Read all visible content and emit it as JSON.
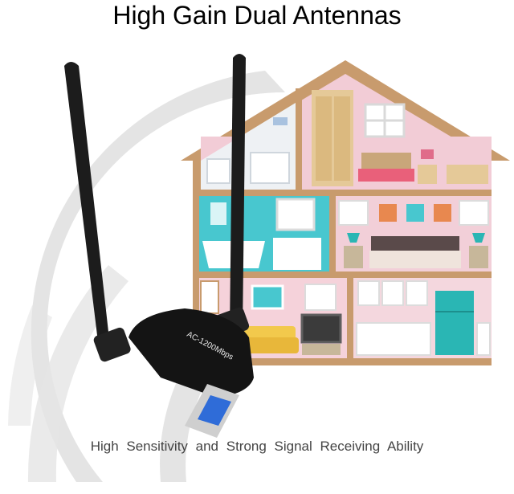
{
  "headline": "High Gain Dual Antennas",
  "caption": "High Sensitivity and Strong Signal Receiving Ability",
  "adapter": {
    "label": "AC-1200Mbps"
  },
  "colors": {
    "house_frame": "#c89b6d",
    "attic_wall": "#f2ccd6",
    "bath_wall": "#48c7cf",
    "bedroom_wall": "#f2cfd8",
    "living_wall": "#f5d2da",
    "kitchen_wall": "#f4d7de",
    "sofa": "#f2c94c",
    "fridge": "#2ab6b4",
    "device": "#141414",
    "usb_blue": "#2f6cd8",
    "signal_wave": "#dcdcdc"
  }
}
